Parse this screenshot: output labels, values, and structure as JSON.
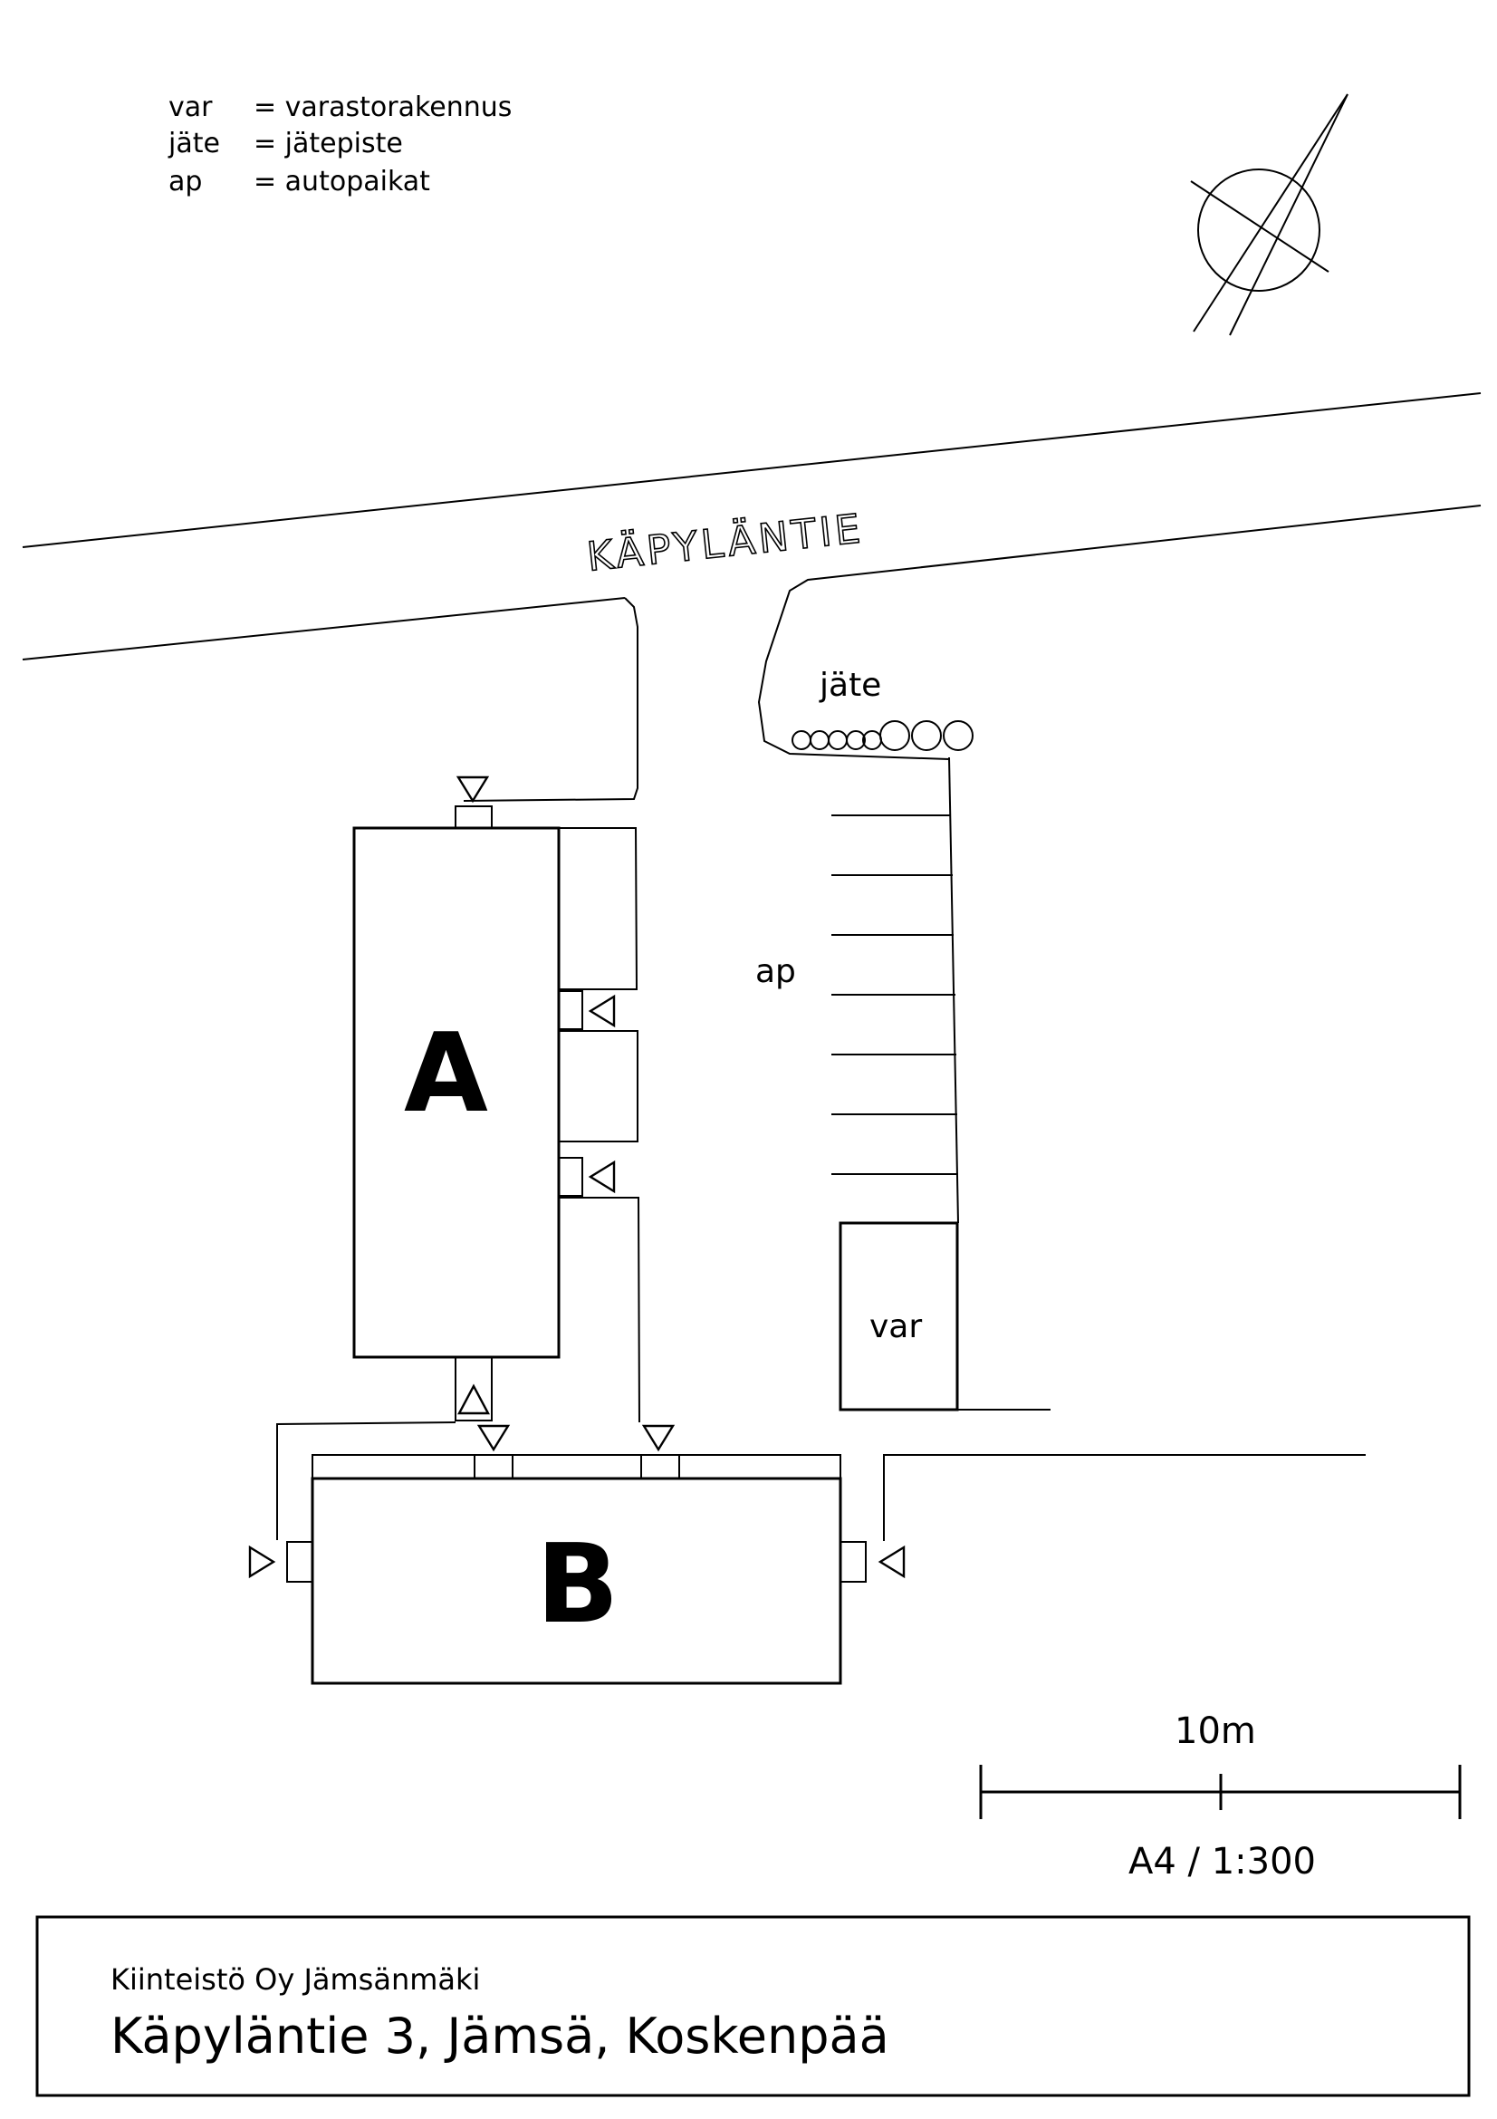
{
  "legend": [
    {
      "abbr": "var",
      "meaning": "= varastorakennus"
    },
    {
      "abbr": "jäte",
      "meaning": "= jätepiste"
    },
    {
      "abbr": "ap",
      "meaning": "= autopaikat"
    }
  ],
  "road_name": "KÄPYLÄNTIE",
  "labels": {
    "waste": "jäte",
    "parking": "ap",
    "storage": "var",
    "building_a": "A",
    "building_b": "B"
  },
  "scale": {
    "bar_label": "10m",
    "paper": "A4 / 1:300"
  },
  "title_block": {
    "company": "Kiinteistö Oy Jämsänmäki",
    "address": "Käpyläntie 3, Jämsä, Koskenpää"
  }
}
